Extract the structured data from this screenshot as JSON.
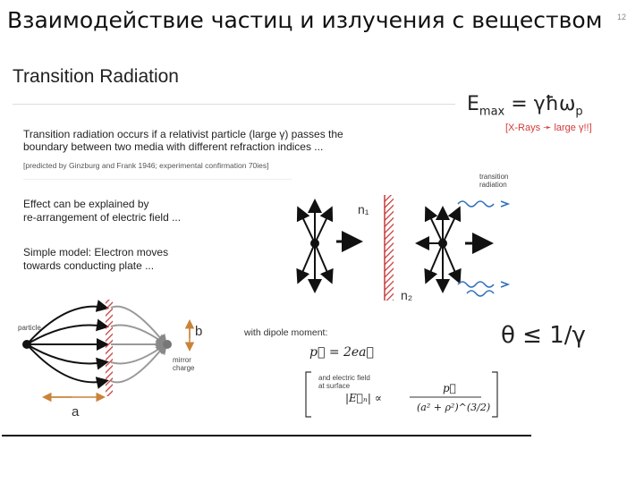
{
  "slide": {
    "title": "Взаимодействие частиц и излучения с веществом",
    "number": "12"
  },
  "heading": "Transition Radiation",
  "paragraphs": [
    "Transition radiation occurs if a relativist particle (large γ) passes the",
    "boundary between two media with different refraction indices ...",
    "[predicted by Ginzburg and Frank 1946; experimental confirmation 70ies]",
    "Effect can be explained by",
    "re-arrangement of electric field ...",
    "Simple model: Electron moves",
    "towards conducting plate ..."
  ],
  "emax": {
    "prefix": "E",
    "sub": "max",
    "rhs": " = γħω",
    "rhs_sub": "p"
  },
  "xrays_note": "[X-Rays ➛ large γ!!]",
  "theta_formula": "θ ≤ 1/γ",
  "diagram": {
    "n1": "n₁",
    "n2": "n₂",
    "transition_label": [
      "transition",
      "radiation"
    ],
    "particle_label": "particle",
    "mirror_label": [
      "mirror",
      "charge"
    ],
    "b_label": "b",
    "a_label": "a"
  },
  "dipole": {
    "label": "with dipole moment:",
    "equation": "p⃗ = 2ea⃗",
    "field_note": [
      "and electric field",
      "at surface"
    ],
    "field_lhs": "|E⃗ₙ| ∝",
    "numerator": "p⃗",
    "denominator": "(a² + ρ²)^(3/2)"
  },
  "colors": {
    "accent_red": "#d33a3a",
    "hatch": "#c43a3a",
    "arrow": "#111111",
    "wave": "#2e6fb8"
  }
}
